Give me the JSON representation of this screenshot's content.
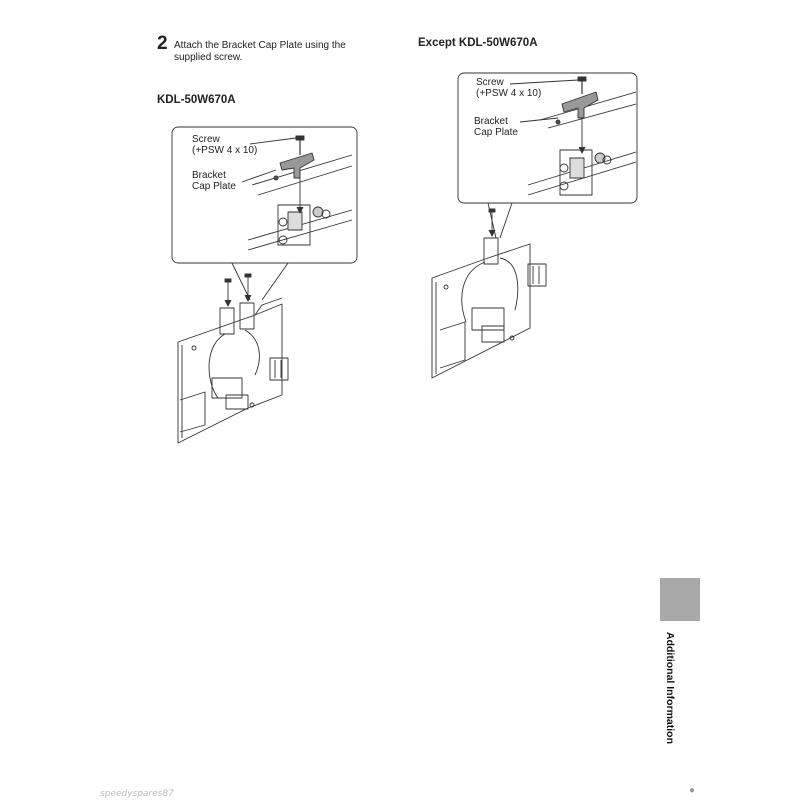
{
  "step": {
    "number": "2",
    "text": "Attach the Bracket Cap Plate using the supplied screw."
  },
  "left_figure": {
    "heading": "KDL-50W670A",
    "screw_label_1": "Screw",
    "screw_label_2": "(+PSW 4 x 10)",
    "plate_label_1": "Bracket",
    "plate_label_2": "Cap Plate"
  },
  "right_figure": {
    "heading": "Except KDL-50W670A",
    "screw_label_1": "Screw",
    "screw_label_2": "(+PSW 4 x 10)",
    "plate_label_1": "Bracket",
    "plate_label_2": "Cap Plate"
  },
  "side_tab": {
    "label": "Additional Information",
    "color": "#a8a8a8"
  },
  "footer": {
    "watermark": "speedyspares87",
    "corner_icon": "ebay-icon"
  }
}
